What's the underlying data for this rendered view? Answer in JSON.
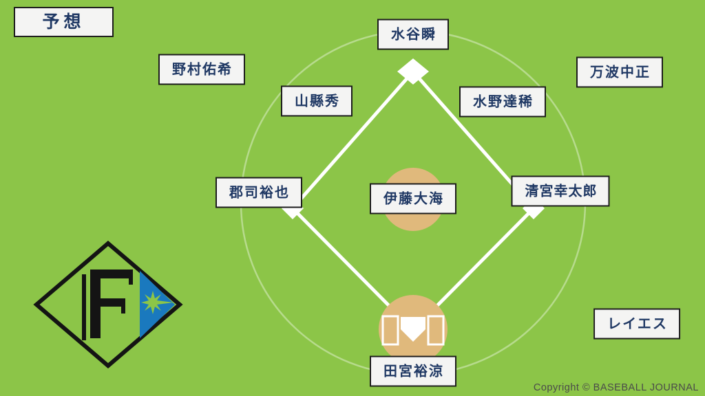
{
  "title_badge": "予想",
  "players": {
    "center_field": "水谷瞬",
    "left_field": "野村佑希",
    "shortstop": "山縣秀",
    "second_base": "水野達稀",
    "right_field": "万波中正",
    "third_base": "郡司裕也",
    "pitcher": "伊藤大海",
    "first_base": "清宮幸太郎",
    "catcher": "田宮裕涼",
    "designated_hitter": "レイエス"
  },
  "copyright": "Copyright © BASEBALL JOURNAL",
  "logo": {
    "letter": "F",
    "team": "fighters"
  },
  "colors": {
    "field_green": "#8cc548",
    "dirt_tan": "#e0b97c",
    "line_white": "#ffffff",
    "label_background": "#f4f4f3",
    "label_border": "#1c1c1c",
    "label_text_navy": "#1f3864",
    "logo_blue": "#1a79be",
    "logo_black": "#141414",
    "copyright_gray": "#4a4a4a"
  }
}
